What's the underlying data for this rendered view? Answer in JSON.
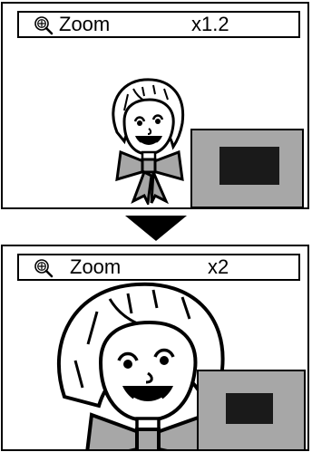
{
  "panels": [
    {
      "zoom_label": "Zoom",
      "zoom_value": "x1.2"
    },
    {
      "zoom_label": "Zoom",
      "zoom_value": "x2"
    }
  ],
  "icons": {
    "zoom": "magnifier-icon",
    "arrow": "triangle-down-icon"
  },
  "colors": {
    "preview_bg": "#a7a7a7",
    "preview_viewport": "#1a1a1a",
    "outline": "#000000"
  }
}
